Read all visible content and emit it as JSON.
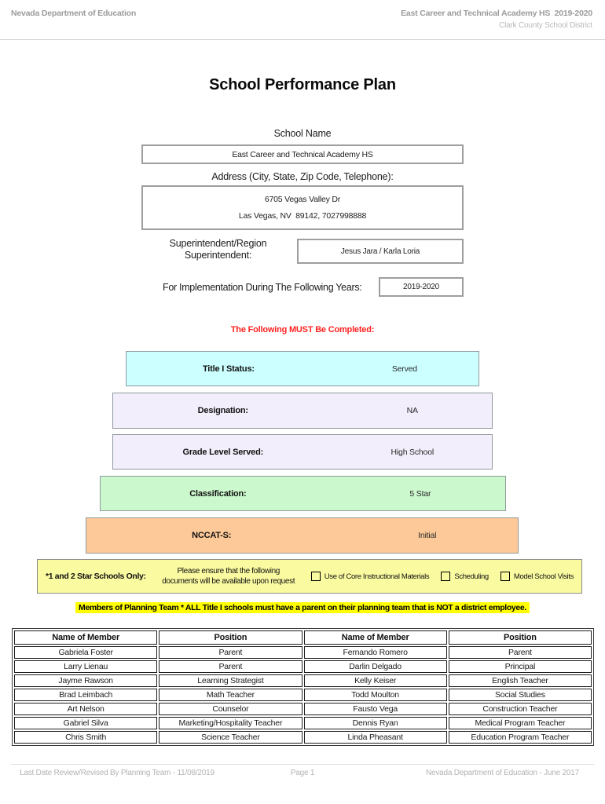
{
  "header": {
    "left": "Nevada Department of Education",
    "right_line1": "East Career and Technical Academy HS  2019-2020",
    "right_line2": "Clark County School District"
  },
  "title": "School Performance Plan",
  "form": {
    "school_name_label": "School Name",
    "school_name_value": "East Career and Technical Academy HS",
    "address_label": "Address (City, State, Zip Code, Telephone):",
    "address_line1": "6705 Vegas Valley Dr",
    "address_line2": "Las Vegas, NV  89142, 7027998888",
    "superintendent_label_line1": "Superintendent/Region",
    "superintendent_label_line2": "Superintendent:",
    "superintendent_value": "Jesus Jara / Karla Loria",
    "implementation_label": "For Implementation During The Following Years:",
    "implementation_value": "2019-2020"
  },
  "must_complete_notice": "The Following MUST Be Completed:",
  "status_boxes": [
    {
      "label": "Title I Status:",
      "value": "Served",
      "color": "#ccffff"
    },
    {
      "label": "Designation:",
      "value": "NA",
      "color": "#f3eefb"
    },
    {
      "label": "Grade Level Served:",
      "value": "High School",
      "color": "#f3eefb"
    },
    {
      "label": "Classification:",
      "value": "5 Star",
      "color": "#ccf8cd"
    },
    {
      "label": "NCCAT-S:",
      "value": "Initial",
      "color": "#fdc998"
    }
  ],
  "star_schools": {
    "label": "*1 and 2 Star Schools Only:",
    "note_line1": "Please ensure that the following",
    "note_line2": "documents will be available upon request",
    "checkboxes": [
      "Use of Core Instructional Materials",
      "Scheduling",
      "Model School Visits"
    ]
  },
  "planning_note": "Members of Planning Team * ALL Title I schools must have a parent on their planning team that is NOT a district employee.",
  "members_table": {
    "headers": [
      "Name of Member",
      "Position",
      "Name of Member",
      "Position"
    ],
    "rows": [
      [
        "Gabriela Foster",
        "Parent",
        "Fernando Romero",
        "Parent"
      ],
      [
        "Larry Lienau",
        "Parent",
        "Darlin Delgado",
        "Principal"
      ],
      [
        "Jayme Rawson",
        "Learning Strategist",
        "Kelly Keiser",
        "English Teacher"
      ],
      [
        "Brad Leimbach",
        "Math Teacher",
        "Todd Moulton",
        "Social Studies"
      ],
      [
        "Art Nelson",
        "Counselor",
        "Fausto Vega",
        "Construction Teacher"
      ],
      [
        "Gabriel Silva",
        "Marketing/Hospitality Teacher",
        "Dennis Ryan",
        "Medical Program Teacher"
      ],
      [
        "Chris Smith",
        "Science Teacher",
        "Linda Pheasant",
        "Education Program Teacher"
      ]
    ]
  },
  "footer": {
    "left": "Last Date Review/Revised By Planning Team - 11/08/2019",
    "center": "Page 1",
    "right": "Nevada Department of Education - June 2017"
  },
  "colors": {
    "notice_red": "#ff2222",
    "highlight_yellow": "#ffff00",
    "bar_yellow": "#fafaa0"
  }
}
